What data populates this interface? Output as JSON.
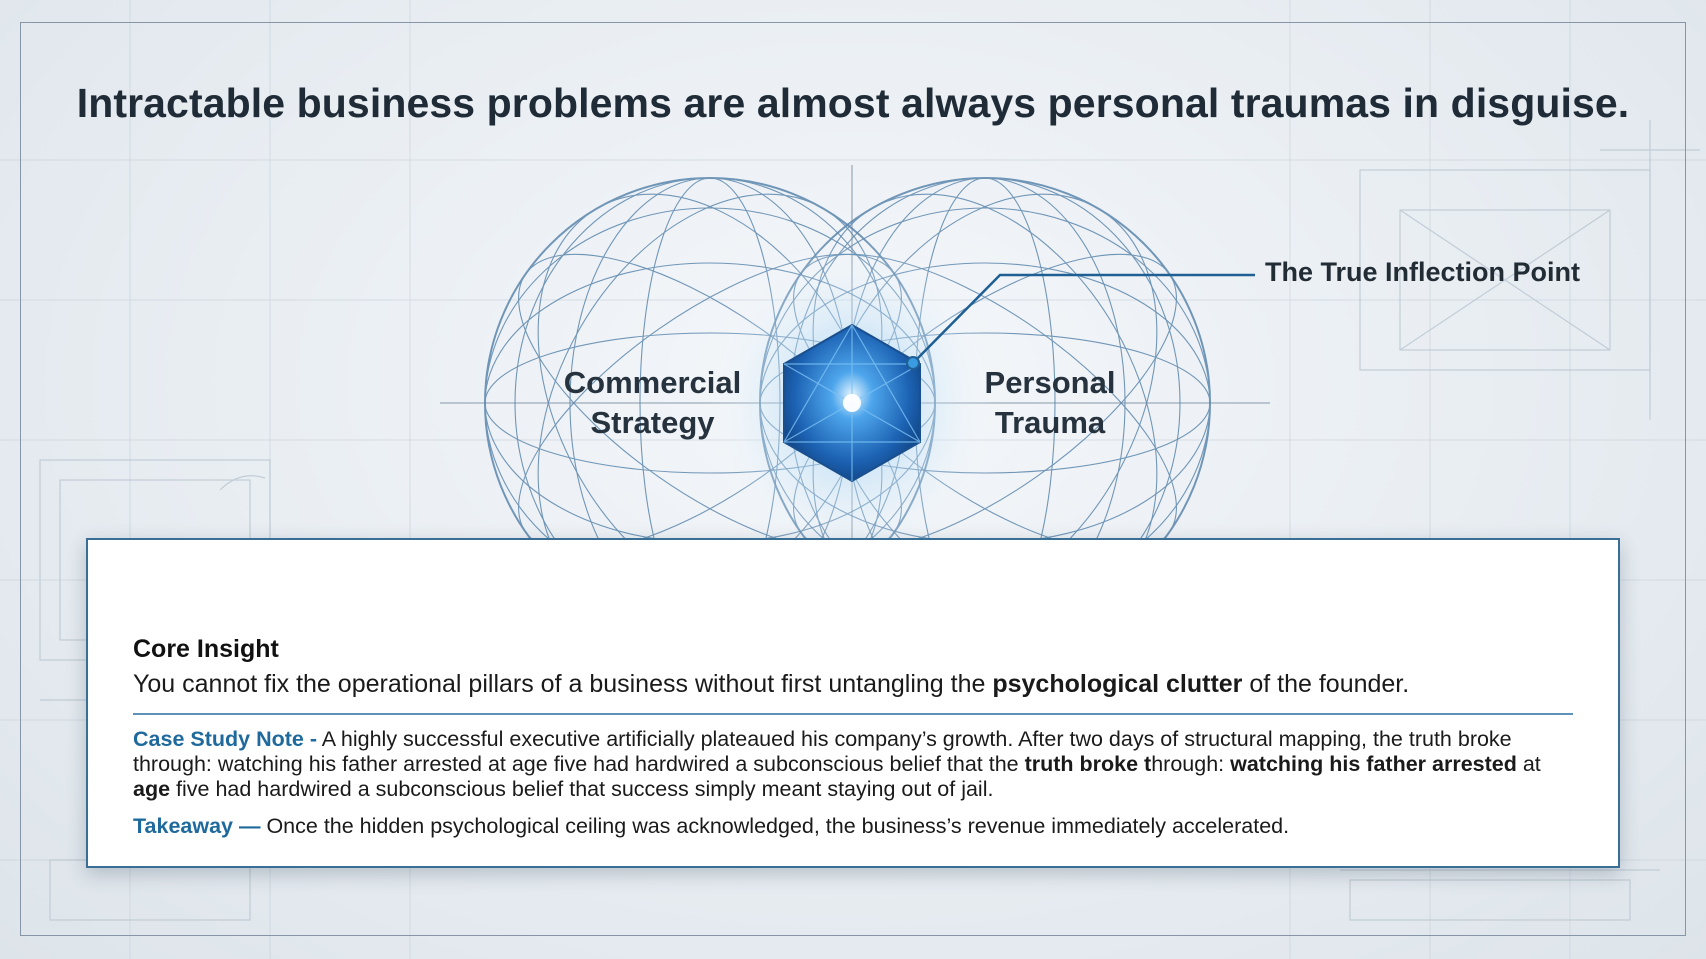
{
  "title": "Intractable business problems are almost always personal traumas in disguise.",
  "venn": {
    "left_label": "Commercial\nStrategy",
    "right_label": "Personal\nTrauma",
    "callout": "The True Inflection Point"
  },
  "card": {
    "insight_title": "Core Insight",
    "insight_pre": "You cannot fix the operational pillars of a business  without first untangling the ",
    "insight_bold": "psychological clutter",
    "insight_post": " of the founder.",
    "case_lead": "Case Study Note -",
    "case_p1": " A highly successful executive artificially plateaued his company’s growth. After two days of structural mapping, the truth broke through: watching his father arrested at age five had hardwired a subconscious belief that the ",
    "case_b1": "truth broke t",
    "case_p2": "hrough: ",
    "case_b2": "watching his father arrested",
    "case_p3": " at ",
    "case_b3": "age",
    "case_p4": " five had hardwired a subconscious belief that success simply meant staying out of jail.",
    "takeaway_lead": "Takeaway —",
    "takeaway_text": " Once the hidden psychological ceiling was acknowledged, the business’s revenue immediately accelerated."
  },
  "colors": {
    "accent": "#1f6a9c",
    "title": "#1f2b36",
    "card_border": "#3a6f95",
    "circle_stroke": "#5b86ad",
    "gem": "#1d63b4"
  },
  "icons": {
    "center": "hexagon-gem-icon",
    "callout_dot": "callout-dot-icon"
  }
}
